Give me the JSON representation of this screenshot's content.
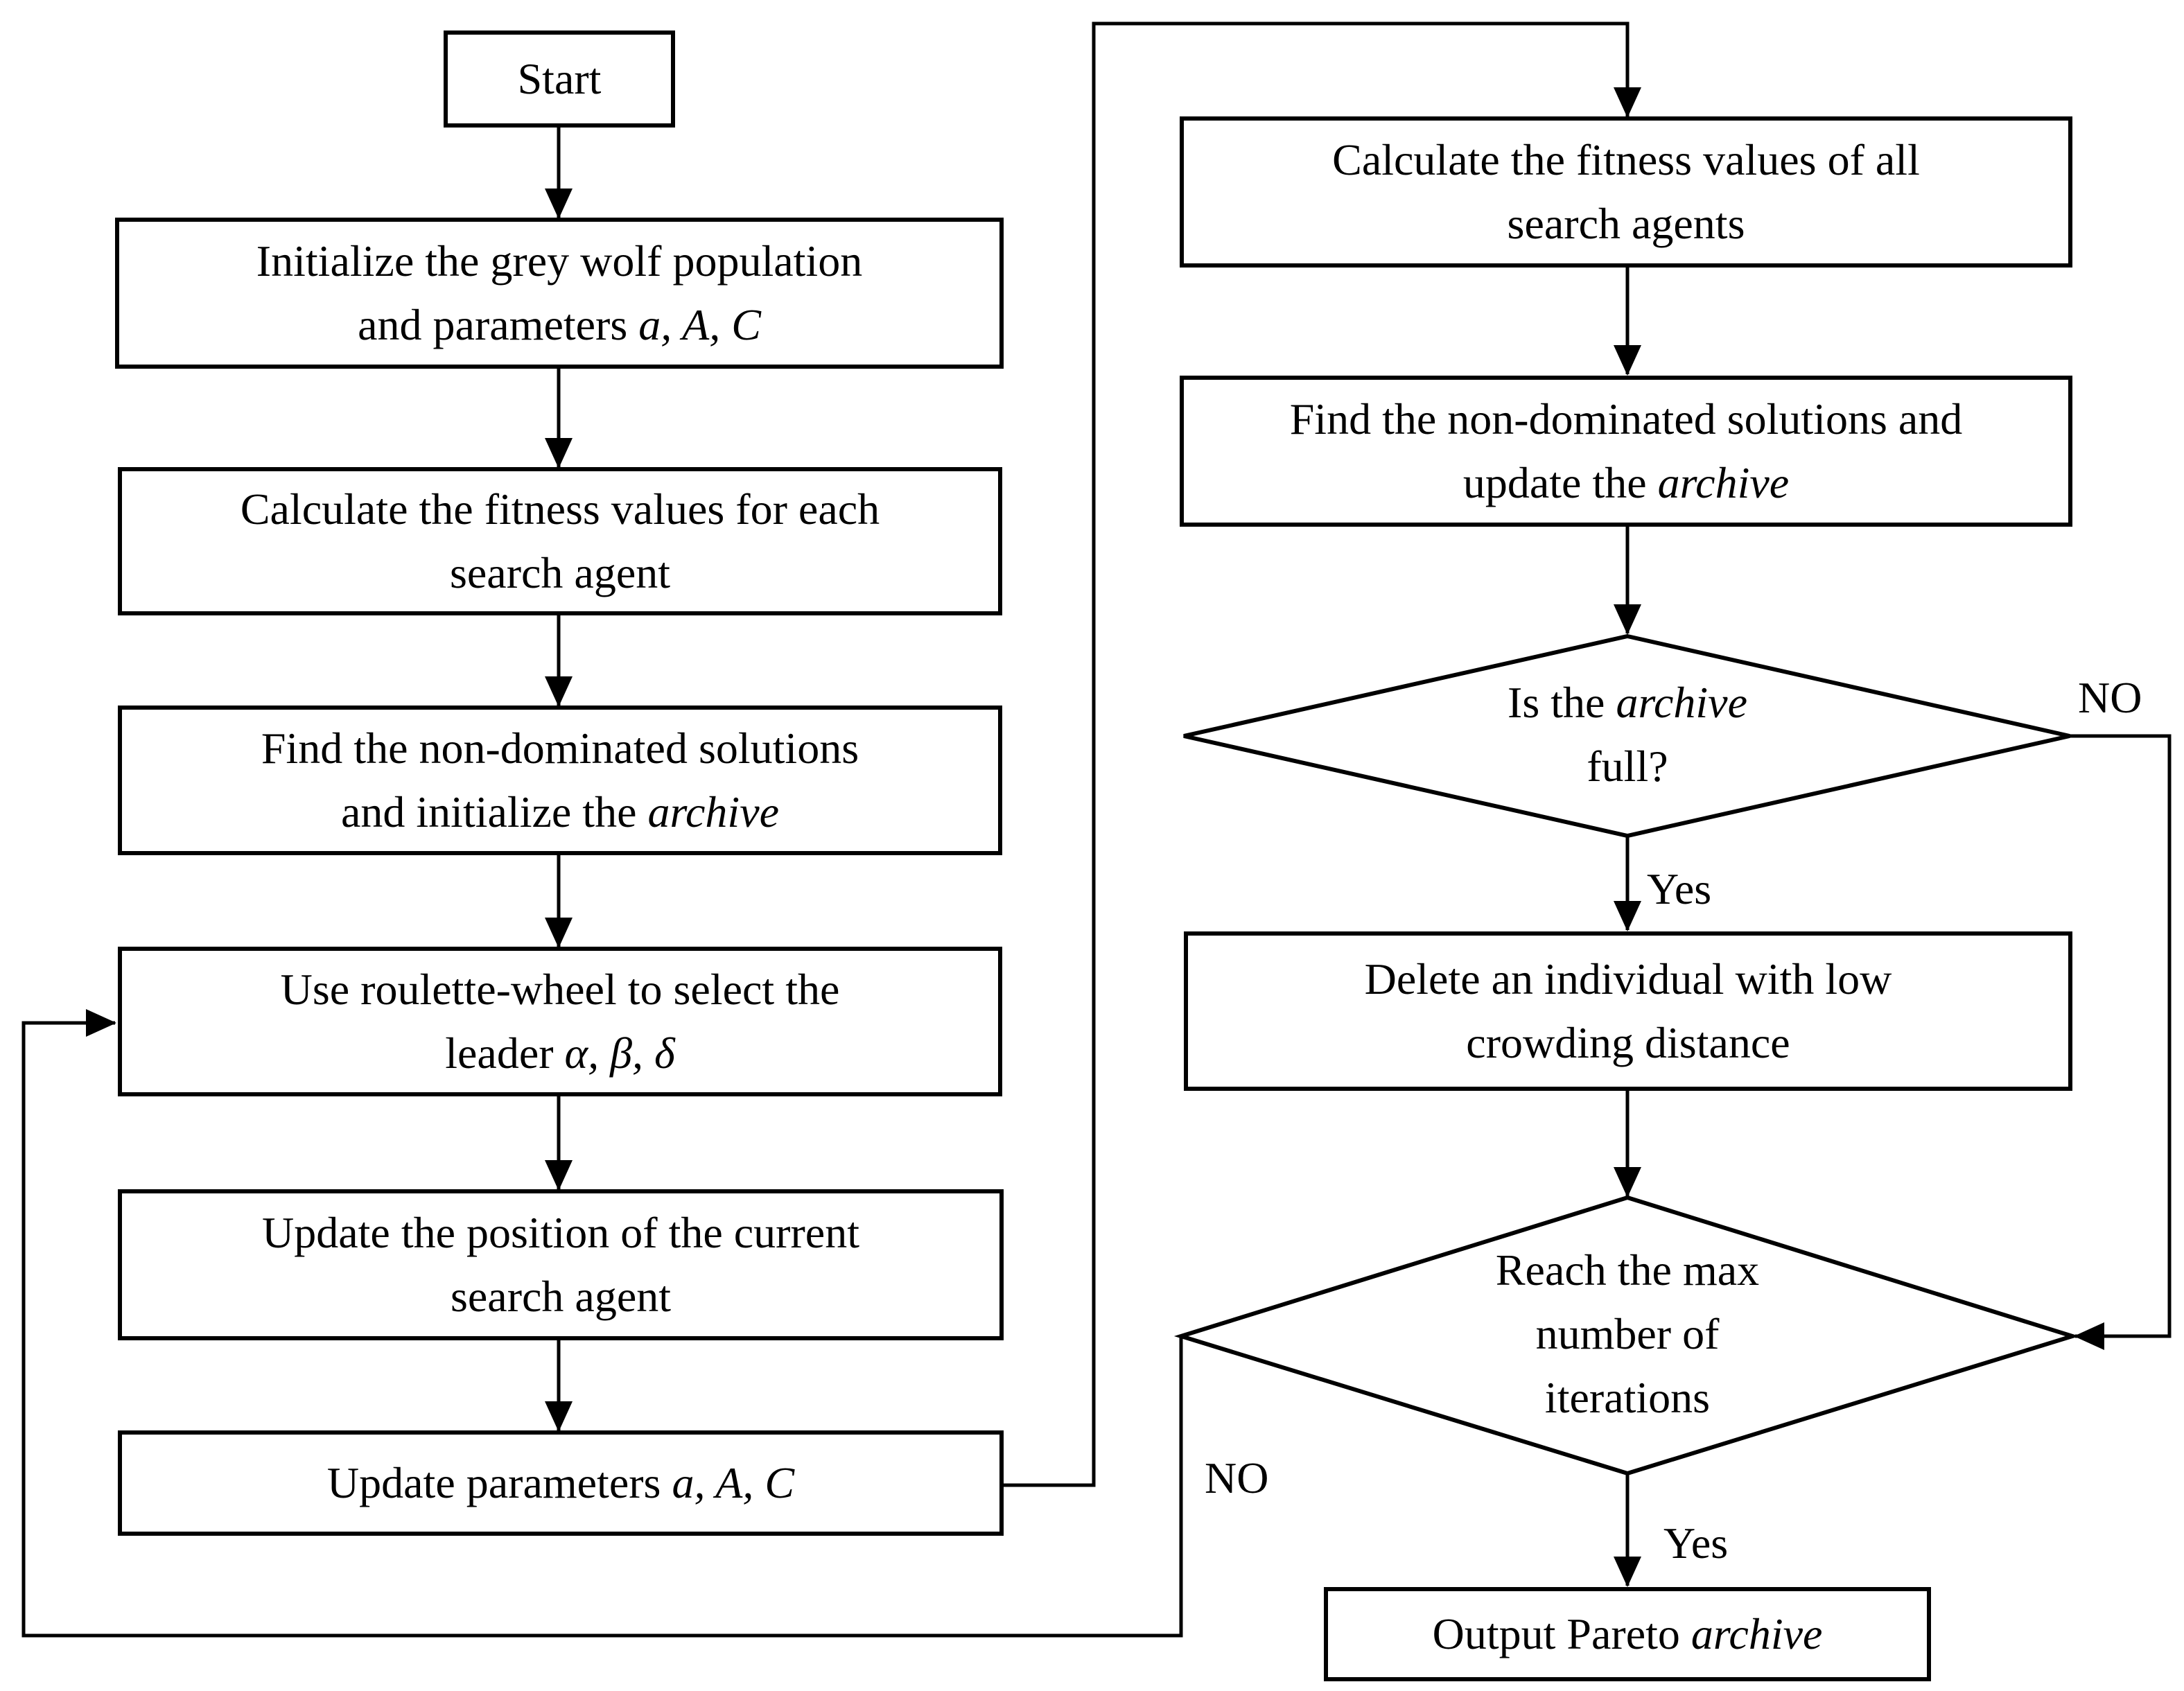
{
  "flowchart": {
    "start": "Start",
    "init": {
      "line1": "Initialize the grey  wolf population",
      "line2": "and parameters ",
      "params": "a, A,  C"
    },
    "calc_each": {
      "line1": "Calculate the fitness values for each",
      "line2": "search agent"
    },
    "find_init": {
      "line1": "Find the non-dominated solutions",
      "line2": "and initialize the ",
      "archive": "archive"
    },
    "roulette": {
      "line1": "Use roulette-wheel to select the",
      "line2": "leader ",
      "greek": "α, β, δ"
    },
    "update_pos": {
      "line1": "Update the position of the current",
      "line2": "search agent"
    },
    "update_params": {
      "text": "Update parameters ",
      "params": "a, A,  C"
    },
    "calc_all": {
      "line1": "Calculate the fitness values of all",
      "line2": "search agents"
    },
    "find_update": {
      "line1": "Find the non-dominated solutions and",
      "line2": "update the ",
      "archive": "archive"
    },
    "archive_full": {
      "line1a": "Is the ",
      "archive": "archive",
      "line2": "full?"
    },
    "delete": {
      "line1": "Delete an individual with low",
      "line2": "crowding distance"
    },
    "max_iter": {
      "line1": "Reach the max",
      "line2": "number of",
      "line3": "iterations"
    },
    "output": {
      "text": "Output Pareto ",
      "archive": "archive"
    },
    "labels": {
      "no_archive": "NO",
      "yes_archive": "Yes",
      "no_max": "NO",
      "yes_max": "Yes"
    }
  }
}
